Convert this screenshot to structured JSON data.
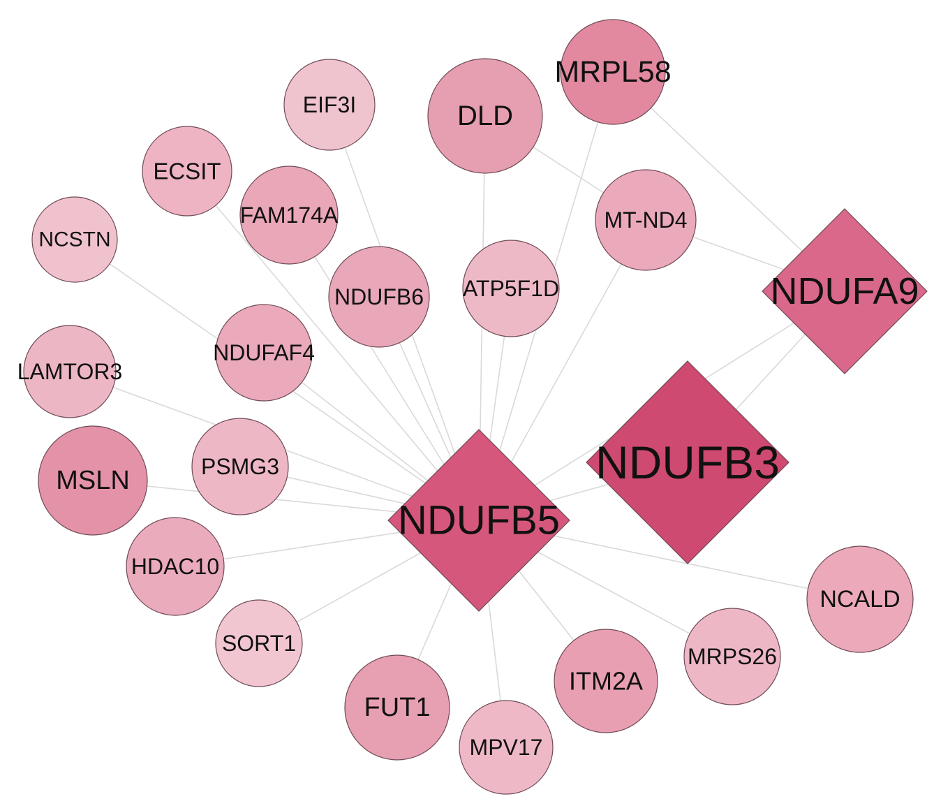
{
  "nodes": [
    {
      "id": "NDUFB5",
      "label": "NDUFB5",
      "shape": "diamond",
      "color": "#d6577c"
    },
    {
      "id": "NDUFB3",
      "label": "NDUFB3",
      "shape": "diamond",
      "color": "#cf4a70"
    },
    {
      "id": "NDUFA9",
      "label": "NDUFA9",
      "shape": "diamond",
      "color": "#d9688a"
    },
    {
      "id": "MRPL58",
      "label": "MRPL58",
      "shape": "circle",
      "color": "#e2899f"
    },
    {
      "id": "DLD",
      "label": "DLD",
      "shape": "circle",
      "color": "#e69eb1"
    },
    {
      "id": "EIF3I",
      "label": "EIF3I",
      "shape": "circle",
      "color": "#f0c4cf"
    },
    {
      "id": "ECSIT",
      "label": "ECSIT",
      "shape": "circle",
      "color": "#eeb4c3"
    },
    {
      "id": "FAM174A",
      "label": "FAM174A",
      "shape": "circle",
      "color": "#e9a7b8"
    },
    {
      "id": "MT-ND4",
      "label": "MT-ND4",
      "shape": "circle",
      "color": "#ebaabb"
    },
    {
      "id": "NCSTN",
      "label": "NCSTN",
      "shape": "circle",
      "color": "#f0c2ce"
    },
    {
      "id": "NDUFB6",
      "label": "NDUFB6",
      "shape": "circle",
      "color": "#e9a8b9"
    },
    {
      "id": "ATP5F1D",
      "label": "ATP5F1D",
      "shape": "circle",
      "color": "#eeb9c6"
    },
    {
      "id": "NDUFAF4",
      "label": "NDUFAF4",
      "shape": "circle",
      "color": "#eaaabb"
    },
    {
      "id": "LAMTOR3",
      "label": "LAMTOR3",
      "shape": "circle",
      "color": "#edb6c4"
    },
    {
      "id": "MSLN",
      "label": "MSLN",
      "shape": "circle",
      "color": "#e392a8"
    },
    {
      "id": "PSMG3",
      "label": "PSMG3",
      "shape": "circle",
      "color": "#eeb7c5"
    },
    {
      "id": "HDAC10",
      "label": "HDAC10",
      "shape": "circle",
      "color": "#eaabbc"
    },
    {
      "id": "SORT1",
      "label": "SORT1",
      "shape": "circle",
      "color": "#f1c6d1"
    },
    {
      "id": "FUT1",
      "label": "FUT1",
      "shape": "circle",
      "color": "#e79fb2"
    },
    {
      "id": "MPV17",
      "label": "MPV17",
      "shape": "circle",
      "color": "#eeb8c6"
    },
    {
      "id": "ITM2A",
      "label": "ITM2A",
      "shape": "circle",
      "color": "#e89fb2"
    },
    {
      "id": "MRPS26",
      "label": "MRPS26",
      "shape": "circle",
      "color": "#eeb7c5"
    },
    {
      "id": "NCALD",
      "label": "NCALD",
      "shape": "circle",
      "color": "#eba9ba"
    }
  ],
  "edges": [
    [
      "NDUFB5",
      "NCSTN"
    ],
    [
      "NDUFB5",
      "ECSIT"
    ],
    [
      "NDUFB5",
      "FAM174A"
    ],
    [
      "NDUFB5",
      "EIF3I"
    ],
    [
      "NDUFB5",
      "NDUFB6"
    ],
    [
      "NDUFB5",
      "ATP5F1D"
    ],
    [
      "NDUFB5",
      "DLD"
    ],
    [
      "NDUFB5",
      "MRPL58"
    ],
    [
      "NDUFB5",
      "MT-ND4"
    ],
    [
      "NDUFB5",
      "NDUFAF4"
    ],
    [
      "NDUFB5",
      "LAMTOR3"
    ],
    [
      "NDUFB5",
      "MSLN"
    ],
    [
      "NDUFB5",
      "PSMG3"
    ],
    [
      "NDUFB5",
      "HDAC10"
    ],
    [
      "NDUFB5",
      "SORT1"
    ],
    [
      "NDUFB5",
      "FUT1"
    ],
    [
      "NDUFB5",
      "MPV17"
    ],
    [
      "NDUFB5",
      "ITM2A"
    ],
    [
      "NDUFB5",
      "MRPS26"
    ],
    [
      "NDUFB5",
      "NCALD"
    ],
    [
      "NDUFB5",
      "NDUFB3"
    ],
    [
      "NDUFB5",
      "NDUFA9"
    ],
    [
      "NDUFB3",
      "NDUFA9"
    ],
    [
      "NDUFA9",
      "MRPL58"
    ],
    [
      "NDUFA9",
      "MT-ND4"
    ],
    [
      "DLD",
      "MT-ND4"
    ]
  ]
}
